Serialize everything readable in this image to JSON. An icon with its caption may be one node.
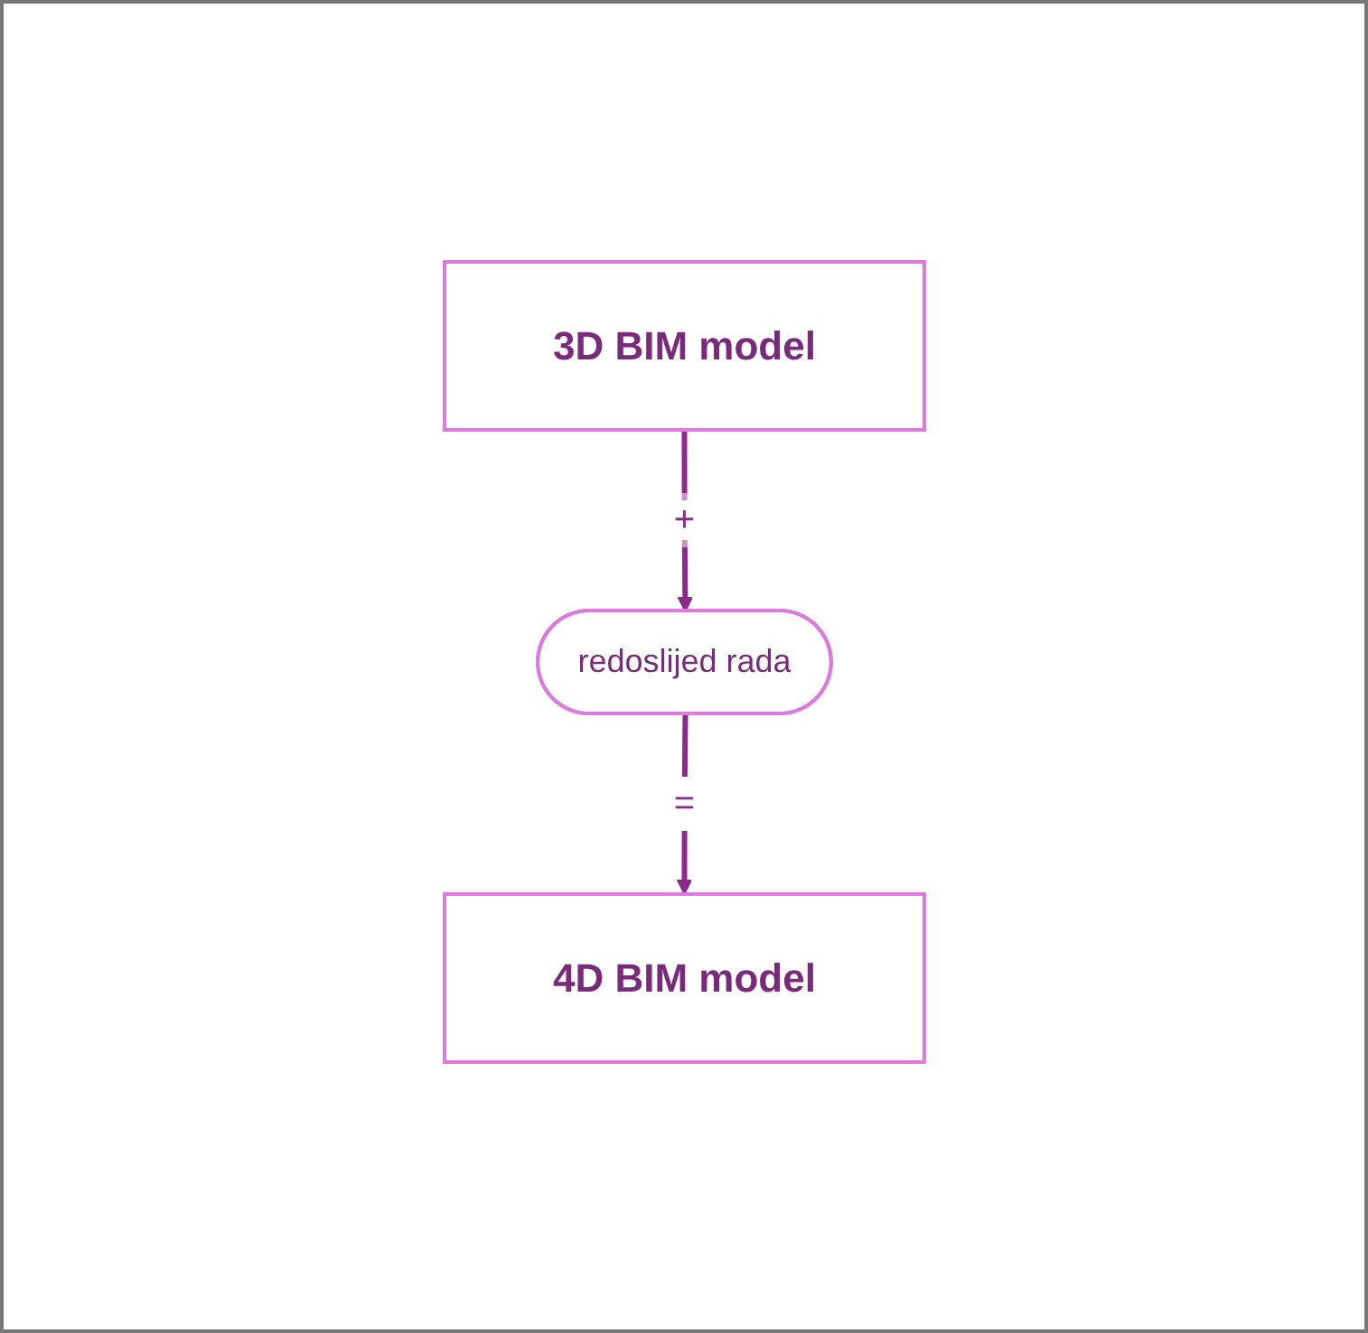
{
  "diagram": {
    "nodes": [
      {
        "text": [
          "3D BIM model"
        ]
      },
      {
        "text": [
          "redoslijed rada"
        ]
      },
      {
        "text": [
          "4D BIM model"
        ]
      }
    ],
    "edges": [
      {
        "from": 0,
        "to": 1,
        "arrow": "to",
        "label": "+"
      },
      {
        "from": 1,
        "to": 2,
        "arrow": "to",
        "label": "="
      }
    ]
  }
}
